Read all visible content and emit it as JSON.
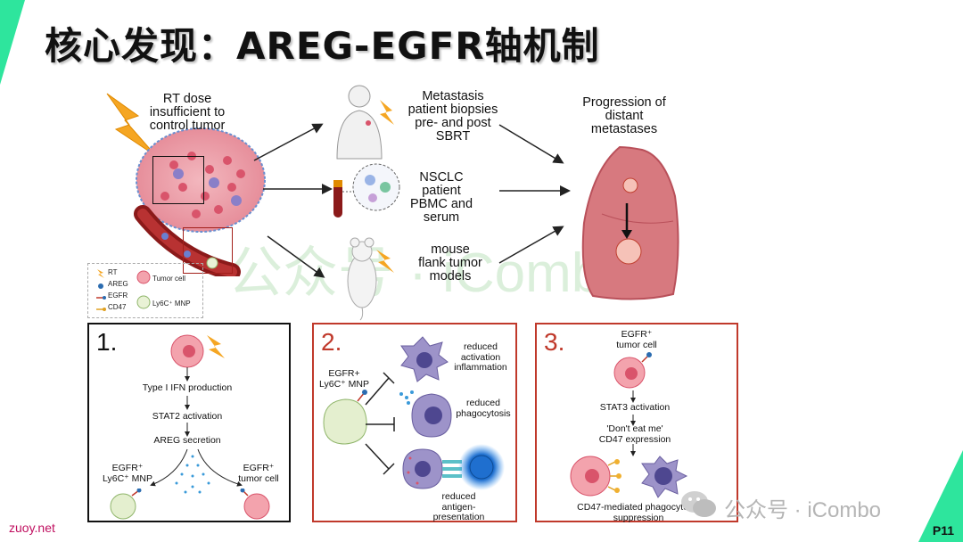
{
  "title": "核心发现：AREG-EGFR轴机制",
  "top": {
    "rt_label": "RT dose\ninsufficient to\ncontrol tumor",
    "source1": "Metastasis\npatient biopsies\npre- and post\nSBRT",
    "source2": "NSCLC\npatient\nPBMC and\nserum",
    "source3": "mouse\nflank tumor\nmodels",
    "outcome": "Progression of\ndistant\nmetastases",
    "legend": [
      {
        "key": "rt",
        "label": "RT"
      },
      {
        "key": "areg",
        "label": "AREG"
      },
      {
        "key": "egfr",
        "label": "EGFR"
      },
      {
        "key": "cd47",
        "label": "CD47"
      },
      {
        "key": "tumor",
        "label": "Tumor cell"
      },
      {
        "key": "mnp",
        "label": "Ly6C⁺ MNP"
      }
    ]
  },
  "panel1": {
    "number": "1.",
    "steps": [
      "Type I IFN production",
      "STAT2 activation",
      "AREG secretion"
    ],
    "left_target": "EGFR⁺\nLy6C⁺ MNP",
    "right_target": "EGFR⁺\ntumor cell"
  },
  "panel2": {
    "number": "2.",
    "source": "EGFR+\nLy6C⁺ MNP",
    "effects": [
      "reduced\nactivation\ninflammation",
      "reduced\nphagocytosis",
      "reduced\nantigen-\npresentation"
    ]
  },
  "panel3": {
    "number": "3.",
    "source": "EGFR⁺\ntumor cell",
    "steps": [
      "STAT3 activation",
      "'Don't eat me'\nCD47 expression"
    ],
    "result": "CD47-mediated phagocytosis\nsuppression"
  },
  "watermark": "公众号 · iCombo",
  "watermark_badge": "公众号 · iCombo",
  "footer_left": "zuoy.net",
  "page_number": "P11",
  "colors": {
    "accent": "#2ee59d",
    "panel2_border": "#c0392b",
    "panel3_border": "#c0392b",
    "panel1_border": "#111111"
  }
}
